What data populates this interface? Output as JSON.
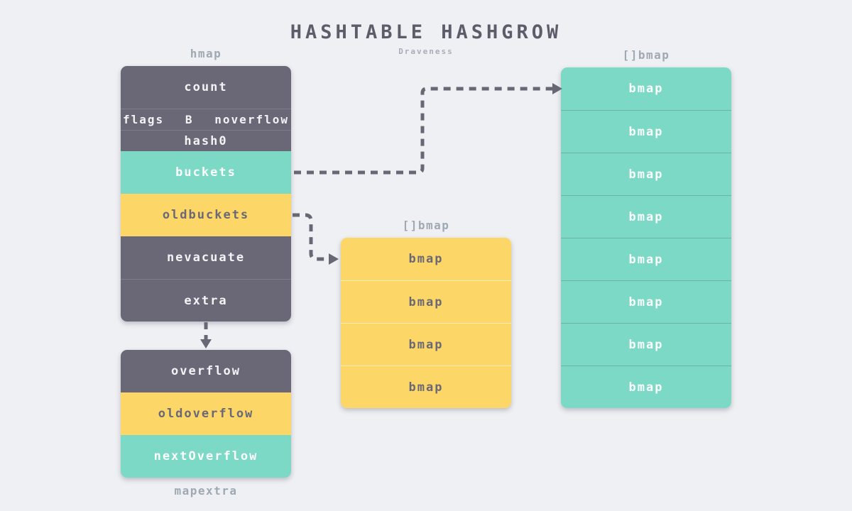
{
  "title": "HASHTABLE HASHGROW",
  "subtitle": "Draveness",
  "colors": {
    "background": "#eff0f3",
    "dark": "#6a6876",
    "teal": "#7cd9c6",
    "yellow": "#fcd666",
    "label_gray": "#9fa9b3",
    "arrow": "#696775"
  },
  "hmap": {
    "label": "hmap",
    "rows": [
      {
        "label": "count"
      },
      {
        "cells": [
          "flags",
          "B",
          "noverflow"
        ]
      },
      {
        "label": "hash0"
      },
      {
        "label": "buckets"
      },
      {
        "label": "oldbuckets"
      },
      {
        "label": "nevacuate"
      },
      {
        "label": "extra"
      }
    ]
  },
  "mapextra": {
    "label": "mapextra",
    "rows": [
      {
        "label": "overflow"
      },
      {
        "label": "oldoverflow"
      },
      {
        "label": "nextOverflow"
      }
    ]
  },
  "old_bmap_array": {
    "label": "[]bmap",
    "rows": [
      "bmap",
      "bmap",
      "bmap",
      "bmap"
    ]
  },
  "new_bmap_array": {
    "label": "[]bmap",
    "rows": [
      "bmap",
      "bmap",
      "bmap",
      "bmap",
      "bmap",
      "bmap",
      "bmap",
      "bmap"
    ]
  }
}
